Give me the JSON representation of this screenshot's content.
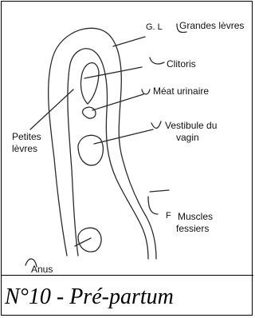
{
  "caption": "N°10 - Pré-partum",
  "labels": {
    "grandes_levres": "Grandes lèvres",
    "clitoris": "Clitoris",
    "meat_urinaire": "Méat urinaire",
    "vestibule_line1": "Vestibule du",
    "vestibule_line2": "vagin",
    "petites_line1": "Petites",
    "petites_line2": "lèvres",
    "muscles_line1": "Muscles",
    "muscles_line2": "fessiers",
    "anus": "Anus"
  },
  "marks": {
    "grandes_levres": "G. L",
    "muscles_fessiers": "F"
  }
}
